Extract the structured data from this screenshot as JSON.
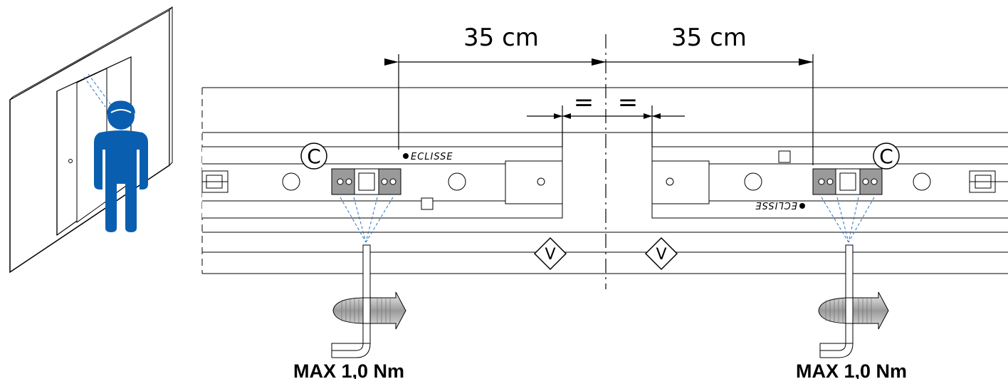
{
  "dimensions": {
    "left_label": "35 cm",
    "right_label": "35 cm",
    "equal_left": "=",
    "equal_right": "="
  },
  "badges": {
    "left_c": "C",
    "right_c": "C",
    "left_v": "V",
    "right_v": "V"
  },
  "brand": {
    "left": "ECLISSE",
    "right": "ECLISSE"
  },
  "torque": {
    "left": "MAX 1,0 Nm",
    "right": "MAX 1,0 Nm"
  },
  "colors": {
    "person": "#0a5eb0",
    "line": "#000000",
    "sensor_beam": "#2a6fc4",
    "wrench": "#808080"
  },
  "icons": {
    "person": "person-icon",
    "wrench": "hex-key-icon",
    "rotation": "rotation-arrow-icon"
  }
}
